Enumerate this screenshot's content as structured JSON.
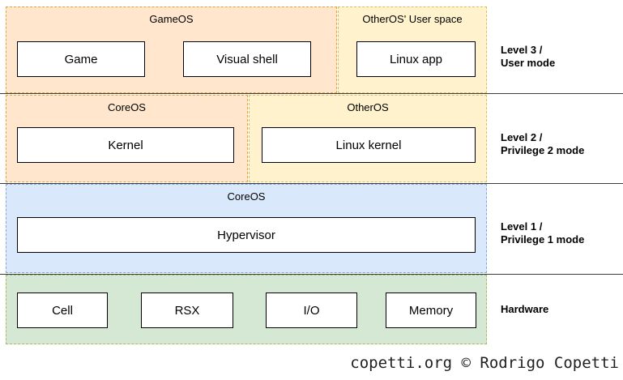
{
  "levels": {
    "level3": {
      "label1": "Level 3 /",
      "label2": "User mode",
      "gameos": {
        "title": "GameOS",
        "game": "Game",
        "visual_shell": "Visual shell"
      },
      "otheros_user": {
        "title": "OtherOS' User space",
        "linux_app": "Linux app"
      }
    },
    "level2": {
      "label1": "Level 2 /",
      "label2": "Privilege 2 mode",
      "coreos": {
        "title": "CoreOS",
        "kernel": "Kernel"
      },
      "otheros": {
        "title": "OtherOS",
        "linux_kernel": "Linux kernel"
      }
    },
    "level1": {
      "label1": "Level 1 /",
      "label2": "Privilege 1 mode",
      "coreos": {
        "title": "CoreOS",
        "hypervisor": "Hypervisor"
      }
    },
    "hardware": {
      "label1": "Hardware",
      "cell": "Cell",
      "rsx": "RSX",
      "io": "I/O",
      "memory": "Memory"
    }
  },
  "footer": {
    "credit": "copetti.org © Rodrigo Copetti"
  },
  "colors": {
    "orange_fill": "#FFE6CC",
    "orange_stroke": "#E6A23C",
    "yellow_fill": "#FFF2CC",
    "yellow_stroke": "#DFC057",
    "blue_fill": "#DAE8FC",
    "blue_stroke": "#7EA6E0",
    "green_fill": "#D5E8D4",
    "green_stroke": "#A2BE57",
    "line": "#3c3c3c"
  }
}
